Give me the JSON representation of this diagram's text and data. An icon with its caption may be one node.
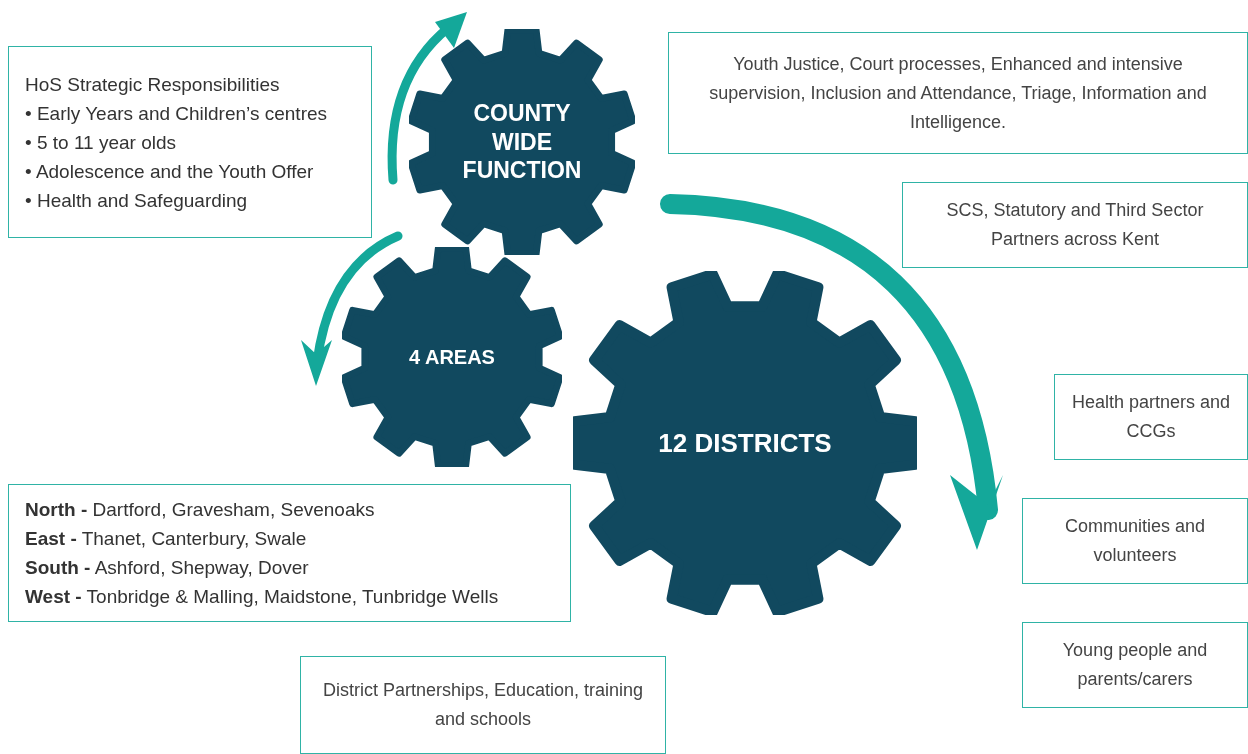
{
  "diagram": {
    "nodes": [
      {
        "text": [
          "HoS Strategic Responsibilities",
          "• Early Years and Children’s centres",
          "• 5 to 11 year olds",
          "• Adolescence and the Youth Offer",
          "• Health and Safeguarding"
        ]
      },
      {
        "text": [
          "COUNTY WIDE FUNCTION"
        ]
      },
      {
        "text": [
          "Youth Justice, Court processes, Enhanced and intensive supervision, Inclusion and Attendance, Triage, Information and Intelligence."
        ]
      },
      {
        "text": [
          "SCS, Statutory and Third Sector Partners across Kent"
        ]
      },
      {
        "text": [
          "4 AREAS"
        ]
      },
      {
        "text": [
          "12 DISTRICTS"
        ]
      },
      {
        "text": [
          "Health partners and CCGs"
        ]
      },
      {
        "text": [
          "**North -** Dartford, Gravesham, Sevenoaks",
          "**East -** Thanet, Canterbury, Swale",
          "**South -** Ashford, Shepway, Dover",
          "**West -** Tonbridge & Malling, Maidstone, Tunbridge Wells"
        ]
      },
      {
        "text": [
          "Communities and volunteers"
        ]
      },
      {
        "text": [
          "District Partnerships, Education, training and schools"
        ]
      },
      {
        "text": [
          "Young people and parents/carers"
        ]
      }
    ]
  }
}
